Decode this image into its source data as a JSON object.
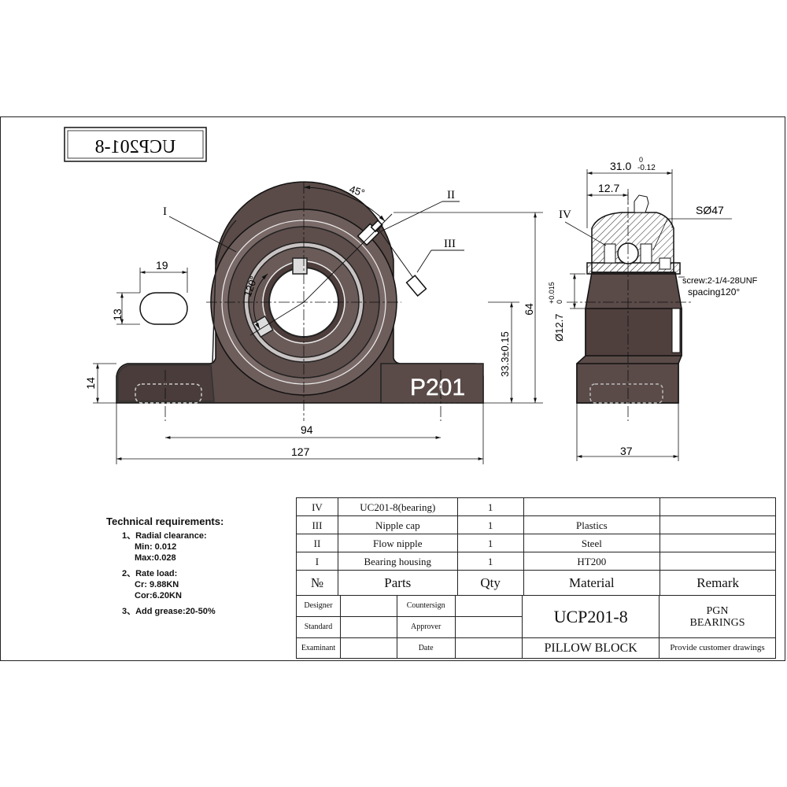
{
  "title_box": "UCP201-8",
  "dims": {
    "d19": "19",
    "d13": "13",
    "d14": "14",
    "d94": "94",
    "d127": "127",
    "d64": "64",
    "d333": "33.3±0.15",
    "d45": "45°",
    "d120": "120°",
    "d310": "31.0",
    "d310_up": "0",
    "d310_low": "-0.12",
    "d127s": "12.7",
    "d37": "37",
    "sphere": "SØ47",
    "bore": "Ø12.7",
    "bore_up": "+0.015",
    "bore_low": "0",
    "screw": "screw:2-1/4-28UNF",
    "spacing": "spacing120°"
  },
  "roman": {
    "I": "I",
    "II": "II",
    "III": "III",
    "IV": "IV"
  },
  "housing_mark": "P201",
  "tech": {
    "heading": "Technical requirements:",
    "r1": "1、Radial clearance:",
    "r1a": "Min: 0.012",
    "r1b": "Max:0.028",
    "r2": "2、Rate load:",
    "r2a": "Cr:  9.88KN",
    "r2b": "Cor:6.20KN",
    "r3": "3、Add grease:20-50%"
  },
  "bom": [
    {
      "no": "IV",
      "part": "UC201-8(bearing)",
      "qty": "1",
      "material": "",
      "remark": ""
    },
    {
      "no": "III",
      "part": "Nipple cap",
      "qty": "1",
      "material": "Plastics",
      "remark": ""
    },
    {
      "no": "II",
      "part": "Flow nipple",
      "qty": "1",
      "material": "Steel",
      "remark": ""
    },
    {
      "no": "I",
      "part": "Bearing housing",
      "qty": "1",
      "material": "HT200",
      "remark": ""
    }
  ],
  "bom_header": {
    "no": "№",
    "part": "Parts",
    "qty": "Qty",
    "material": "Material",
    "remark": "Remark"
  },
  "title_block": {
    "designer": "Designer",
    "countersign": "Countersign",
    "standard": "Standard",
    "approver": "Approver",
    "examinant": "Examinant",
    "date": "Date",
    "model": "UCP201-8",
    "company": "PGN BEARINGS",
    "name": "PILLOW BLOCK",
    "note": "Provide customer drawings"
  }
}
